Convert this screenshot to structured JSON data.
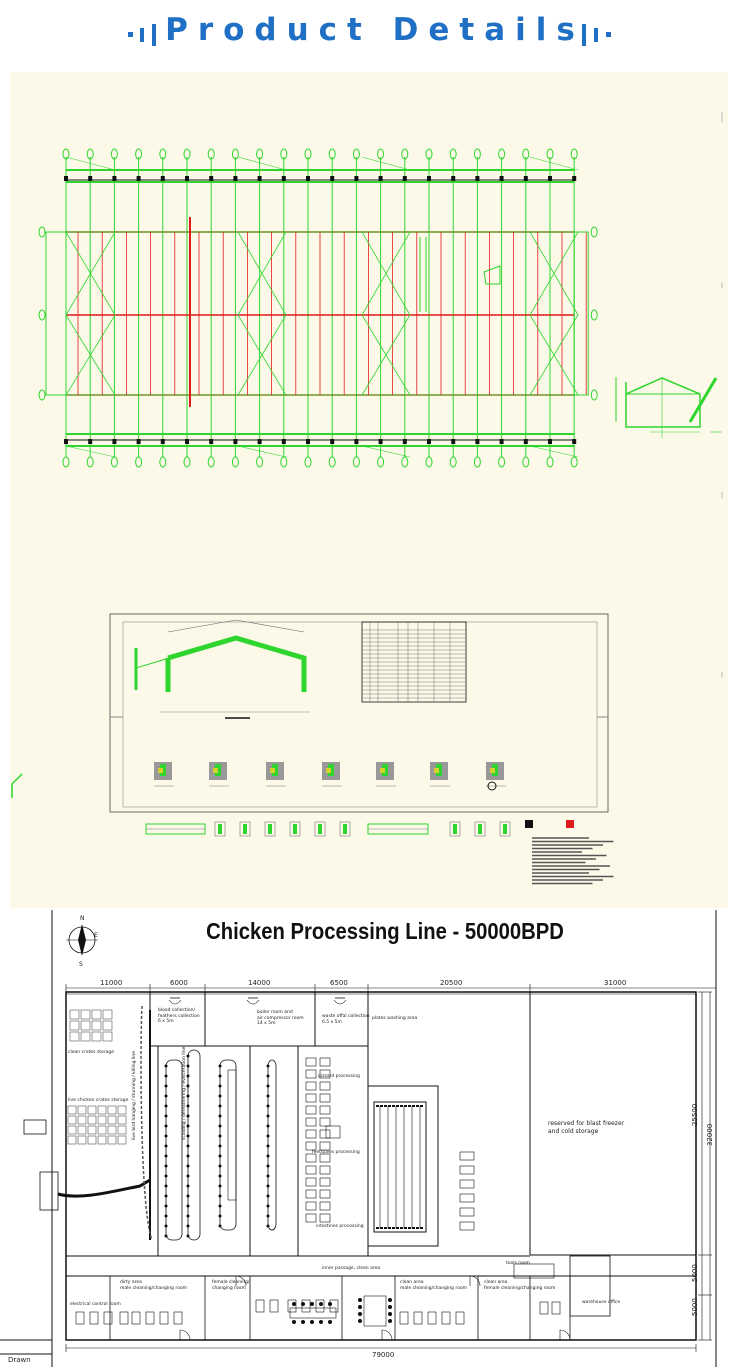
{
  "header": {
    "title": "Product Details"
  },
  "plan": {
    "title": "Chicken Processing Line - 50000BPD",
    "compass": {
      "n": "N",
      "e": "E",
      "s": "S"
    },
    "top_dims": [
      "11000",
      "6000",
      "14000",
      "6500",
      "20500",
      "31000"
    ],
    "bottom_dim": "79000",
    "side_dims": [
      "32000",
      "25500",
      "5000",
      "5000"
    ],
    "drawn_label": "Drawn",
    "rooms": {
      "blood": "blood collection/\nfeathers collection\n6 x 5m",
      "boiler": "boiler room and\nair compressor room\n14 x 5m",
      "waste": "waste offal collection\n6.5 x 5m",
      "crates_wash": "plates washing area",
      "clean_crates": "clean crates storage",
      "live_chicken": "live chicken crates storage",
      "reserved": "reserved for blast freezer\nand cold storage",
      "dirty_area": "dirty area\nmale cleaning/changing room",
      "female_dirty": "female cleaning/\nchanging room",
      "clean_area": "clean area\nmale cleaning/changing room",
      "female_clean": "clean area\nfemale cleaning/changing room",
      "electrical": "electrical control room",
      "warehouse": "warehouse office",
      "tools": "tools room",
      "passage": "inner passage, clean area",
      "giblet": "gizzard processing",
      "feet": "feet/paws processing",
      "intestine": "intestines processing"
    },
    "processing_lines": [
      "live bird hanging / stunning / killing line",
      "scalding / defeathering / evisceration line"
    ]
  }
}
